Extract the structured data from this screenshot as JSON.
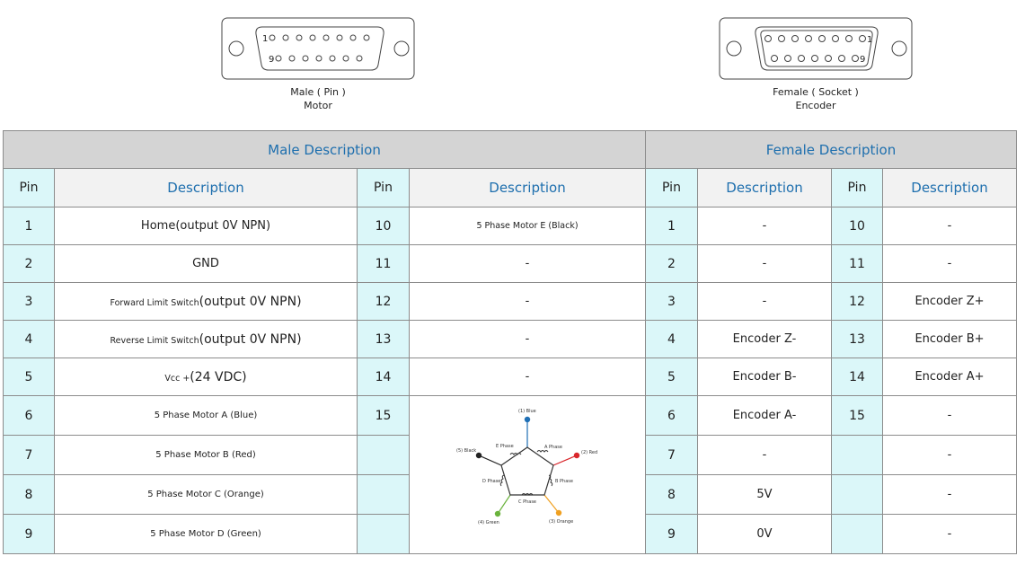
{
  "connectors": {
    "male": {
      "top_pins_label_1": "1",
      "bottom_pins_label_9": "9",
      "caption_line1": "Male ( Pin )",
      "caption_line2": "Motor"
    },
    "female": {
      "top_pins_label_1": "1",
      "bottom_pins_label_9": "9",
      "caption_line1": "Female ( Socket )",
      "caption_line2": "Encoder"
    }
  },
  "table": {
    "male_header": "Male Description",
    "female_header": "Female Description",
    "pin_header": "Pin",
    "desc_header": "Description",
    "male_rows": [
      {
        "pin": "1",
        "desc_small": "",
        "desc": "Home(output 0V NPN)",
        "pin2": "10",
        "desc2": "5 Phase Motor E (Black)"
      },
      {
        "pin": "2",
        "desc_small": "",
        "desc": "GND",
        "pin2": "11",
        "desc2": "-"
      },
      {
        "pin": "3",
        "desc_small": "Forward Limit Switch",
        "desc": "(output 0V NPN)",
        "pin2": "12",
        "desc2": "-"
      },
      {
        "pin": "4",
        "desc_small": "Reverse Limit Switch",
        "desc": "(output 0V NPN)",
        "pin2": "13",
        "desc2": "-"
      },
      {
        "pin": "5",
        "desc_small": "Vcc +",
        "desc": "(24 VDC)",
        "pin2": "14",
        "desc2": "-"
      },
      {
        "pin": "6",
        "desc_small": "5 Phase Motor A (Blue)",
        "desc": "",
        "pin2": "15",
        "desc2": ""
      },
      {
        "pin": "7",
        "desc_small": "5 Phase Motor B (Red)",
        "desc": "",
        "pin2": "",
        "desc2": ""
      },
      {
        "pin": "8",
        "desc_small": "5 Phase Motor C (Orange)",
        "desc": "",
        "pin2": "",
        "desc2": ""
      },
      {
        "pin": "9",
        "desc_small": "5 Phase Motor D (Green)",
        "desc": "",
        "pin2": "",
        "desc2": ""
      }
    ],
    "female_rows": [
      {
        "pin": "1",
        "desc": "-",
        "pin2": "10",
        "desc2": "-"
      },
      {
        "pin": "2",
        "desc": "-",
        "pin2": "11",
        "desc2": "-"
      },
      {
        "pin": "3",
        "desc": "-",
        "pin2": "12",
        "desc2": "Encoder Z+"
      },
      {
        "pin": "4",
        "desc": "Encoder Z-",
        "pin2": "13",
        "desc2": "Encoder B+"
      },
      {
        "pin": "5",
        "desc": "Encoder B-",
        "pin2": "14",
        "desc2": "Encoder A+"
      },
      {
        "pin": "6",
        "desc": "Encoder A-",
        "pin2": "15",
        "desc2": "-"
      },
      {
        "pin": "7",
        "desc": "-",
        "pin2": "",
        "desc2": "-"
      },
      {
        "pin": "8",
        "desc": "5V",
        "pin2": "",
        "desc2": "-"
      },
      {
        "pin": "9",
        "desc": "0V",
        "pin2": "",
        "desc2": "-"
      }
    ]
  },
  "phase_diagram": {
    "labels": {
      "blue": "(1) Blue",
      "red": "(2) Red",
      "orange": "(3) Orange",
      "green": "(4) Green",
      "black": "(5) Black",
      "a": "A Phase",
      "b": "B Phase",
      "c": "C Phase",
      "d": "D Phase",
      "e": "E Phase"
    },
    "colors": {
      "blue": "#1f6fb5",
      "red": "#d9262b",
      "orange": "#f0a020",
      "green": "#6ab33c",
      "black": "#222222"
    }
  }
}
